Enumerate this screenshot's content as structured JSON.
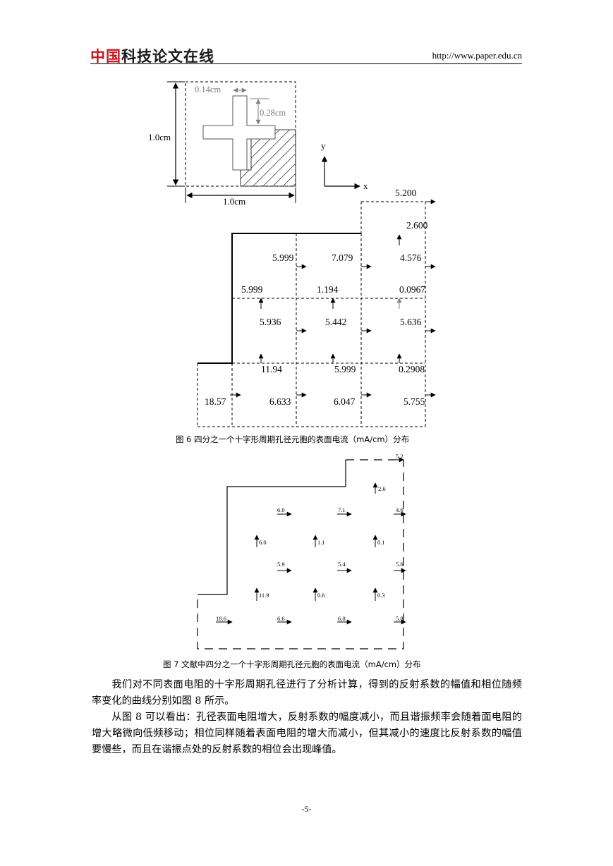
{
  "header": {
    "logo_red": "中国",
    "logo_dark": "科技论文在线",
    "url": "http://www.paper.edu.cn"
  },
  "fig_unit": {
    "label_014": "0.14cm",
    "label_028": "0.28cm",
    "label_height": "1.0cm",
    "label_width": "1.0cm",
    "axis_y": "y",
    "axis_x": "x"
  },
  "fig6": {
    "caption": "图 6  四分之一个十字形周期孔径元胞的表面电流（mA/cm）分布",
    "values": [
      "5.200",
      "2.600",
      "5.999",
      "7.079",
      "4.576",
      "5.999",
      "1.194",
      "0.0967",
      "5.936",
      "5.442",
      "5.636",
      "11.94",
      "5.999",
      "0.2908",
      "18.57",
      "6.633",
      "6.047",
      "5.755"
    ]
  },
  "fig7": {
    "caption": "图 7  文献中四分之一个十字形周期孔径元胞的表面电流（mA/cm）分布",
    "values": [
      "5.2",
      "2.6",
      "6.0",
      "7.1",
      "4.6",
      "6.0",
      "1.1",
      "0.1",
      "5.9",
      "5.4",
      "5.6",
      "11.9",
      "0.6",
      "0.3",
      "18.6",
      "6.6",
      "6.0",
      "5.8"
    ]
  },
  "body": {
    "p1": "我们对不同表面电阻的十字形周期孔径进行了分析计算，得到的反射系数的幅值和相位随频率变化的曲线分别如图 8 所示。",
    "p2": "从图 8 可以看出：孔径表面电阻增大，反射系数的幅度减小，而且谐振频率会随着面电阻的增大略微向低频移动；相位同样随着表面电阻的增大而减小，但其减小的速度比反射系数的幅值要慢些，而且在谐振点处的反射系数的相位会出现峰值。"
  },
  "page_number": "-5-"
}
